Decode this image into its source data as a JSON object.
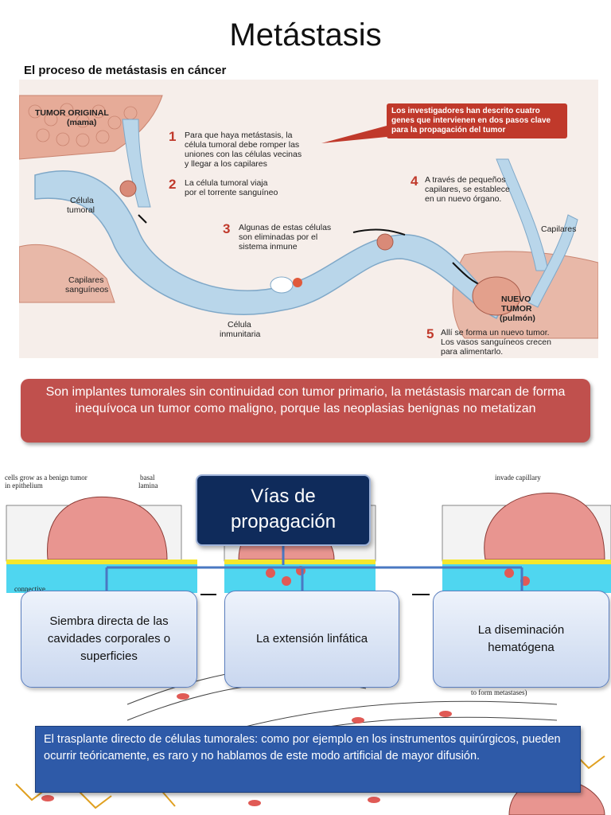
{
  "title": "Metástasis",
  "diagram": {
    "heading": "El proceso de metástasis en cáncer",
    "labels": {
      "tumor_original": "TUMOR ORIGINAL",
      "mama": "(mama)",
      "celula_tumoral_1": "Célula",
      "celula_tumoral_2": "tumoral",
      "capilares_sang_1": "Capilares",
      "capilares_sang_2": "sanguíneos",
      "celula_inmun_1": "Célula",
      "celula_inmun_2": "inmunitaria",
      "capilares": "Capilares",
      "nuevo_1": "NUEVO",
      "nuevo_2": "TUMOR",
      "nuevo_3": "(pulmón)"
    },
    "callout": "Los investigadores han descrito cuatro genes que intervienen en dos pasos clave para la propagación del tumor",
    "steps": [
      {
        "n": "1",
        "line1": "Para que haya metástasis, la",
        "line2": "célula tumoral debe romper las",
        "line3": "uniones con las células vecinas",
        "line4": "y llegar a los capilares"
      },
      {
        "n": "2",
        "line1": "La célula tumoral viaja",
        "line2": "por el torrente sanguíneo"
      },
      {
        "n": "3",
        "line1": "Algunas de estas células",
        "line2": "son eliminadas por el",
        "line3": "sistema inmune"
      },
      {
        "n": "4",
        "line1": "A través de pequeños",
        "line2": "capilares, se establece",
        "line3": "en un nuevo órgano."
      },
      {
        "n": "5",
        "line1": "Allí se forma un nuevo tumor.",
        "line2": "Los vasos sanguíneos crecen",
        "line3": "para alimentarlo."
      }
    ]
  },
  "definition": "Son implantes tumorales sin continuidad con tumor primario, la metástasis marcan de forma inequívoca un tumor como maligno, porque las neoplasias benignas no metatizan",
  "lower_captions": {
    "benign_1": "cells grow as a benign tumor",
    "benign_2": "in epithelium",
    "basal_1": "basal",
    "basal_2": "lamina",
    "invade": "invade capillary",
    "connective": "connective",
    "form": "to form metastases)"
  },
  "vias": {
    "line1": "Vías de",
    "line2": "propagación"
  },
  "routes": [
    "Siembra directa de las cavidades corporales o superficies",
    "La extensión linfática",
    "La diseminación hematógena"
  ],
  "note": "El trasplante directo de células tumorales: como por ejemplo en los instrumentos quirúrgicos, pueden ocurrir teóricamente, es raro y no hablamos de este modo artificial de mayor difusión.",
  "colors": {
    "definition_red": "#c0504d",
    "vias_navy": "#0f2b5b",
    "note_blue": "#2e5aa8",
    "vessel_blue": "#b9d6ea",
    "tissue_pink": "#e8b8a8",
    "accent_red": "#c0392b"
  }
}
